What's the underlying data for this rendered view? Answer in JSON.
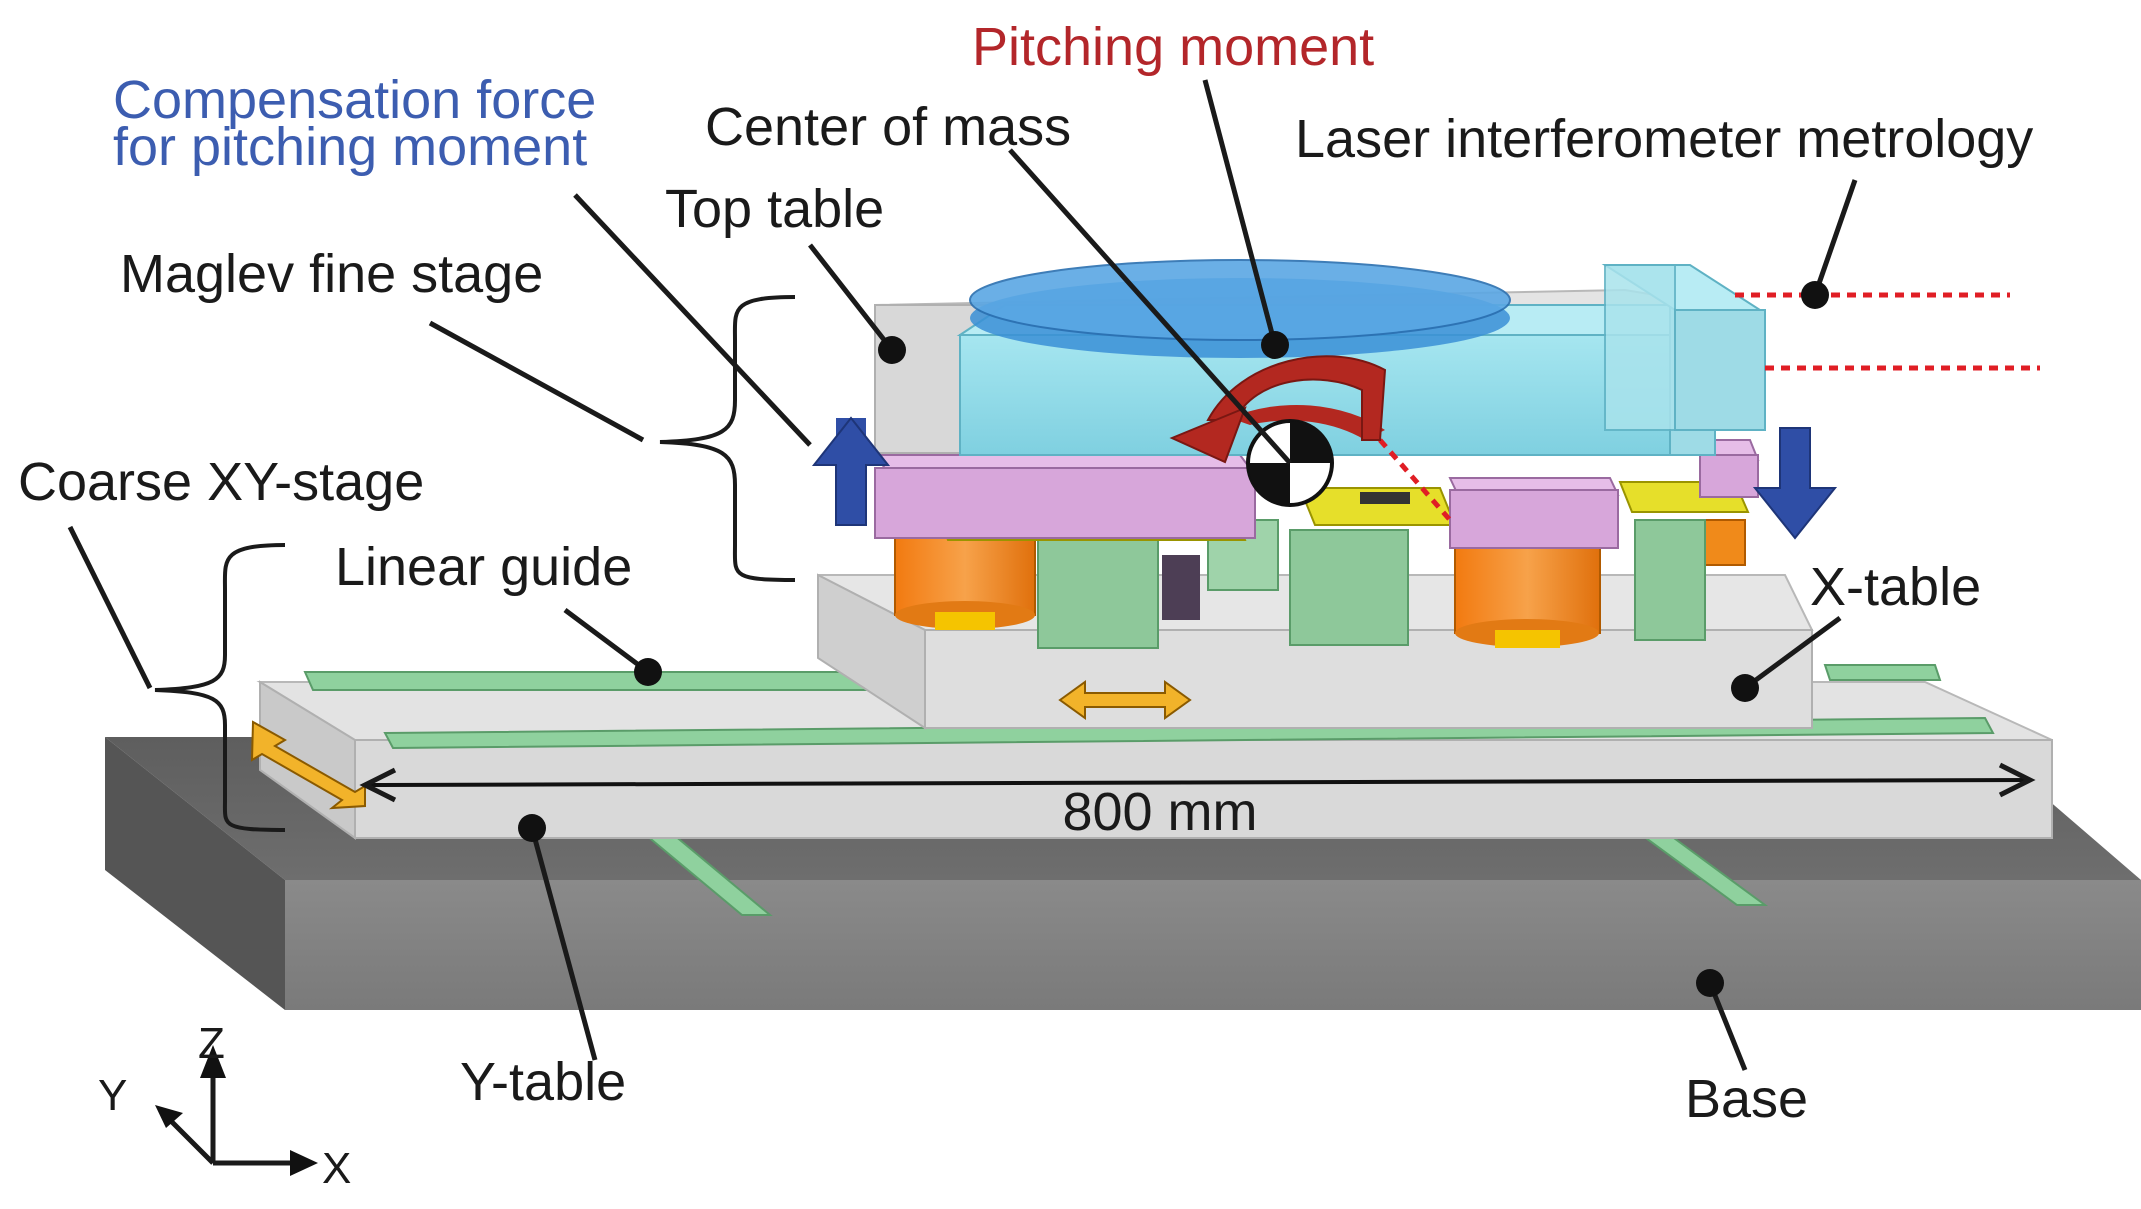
{
  "labels": {
    "pitching_moment": "Pitching moment",
    "compensation_line1": "Compensation force",
    "compensation_line2": "for pitching moment",
    "center_of_mass": "Center of mass",
    "laser": "Laser interferometer metrology",
    "top_table": "Top table",
    "maglev": "Maglev fine stage",
    "coarse": "Coarse XY-stage",
    "linear_guide": "Linear guide",
    "x_table": "X-table",
    "dimension": "800 mm",
    "y_table": "Y-table",
    "base": "Base",
    "axis_z": "Z",
    "axis_y": "Y",
    "axis_x": "X"
  },
  "colors": {
    "pitching_text": "#b3262a",
    "compensation_text": "#3c5db0",
    "moment_arrow": "#b32820",
    "force_arrow": "#2f4ea6",
    "travel_arrow": "#f2b32a",
    "laser_beam": "#e01e25",
    "top_table_glass": "#8fdce8",
    "wafer": "#3a8fd6",
    "magnet_block": "#d7a6da",
    "coil_board": "#e6df2a",
    "actuator": "#f08a1a",
    "guide_rail": "#8fd19e",
    "stage_block": "#8ec89a",
    "base": "#7b7b7b",
    "table_grey": "#dcdcdc"
  }
}
